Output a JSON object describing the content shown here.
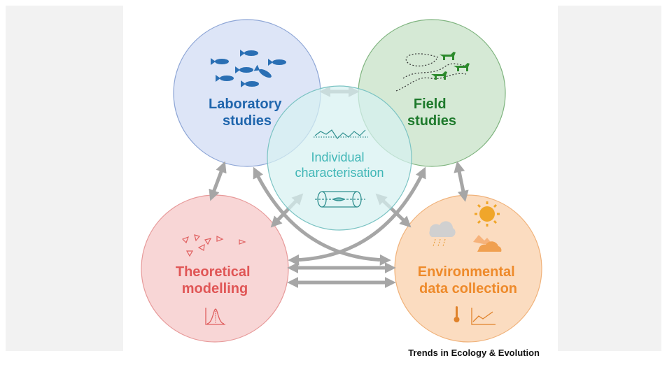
{
  "nodes": {
    "laboratory": {
      "line1": "Laboratory",
      "line2": "studies",
      "fill": "#dde5f7",
      "stroke": "#8ea6d6",
      "text_color": "#2066ad"
    },
    "field": {
      "line1": "Field",
      "line2": "studies",
      "fill": "#d3e8d3",
      "stroke": "#7fb47f",
      "text_color": "#1e7a2c"
    },
    "individual": {
      "line1": "Individual",
      "line2": "characterisation",
      "fill": "#d7f1f1",
      "stroke": "#7bc3c3",
      "text_color": "#3fb6b6"
    },
    "theoretical": {
      "line1": "Theoretical",
      "line2": "modelling",
      "fill": "#f8d6d6",
      "stroke": "#e79a9a",
      "text_color": "#e05656"
    },
    "environmental": {
      "line1": "Environmental",
      "line2": "data collection",
      "fill": "#fbdcc0",
      "stroke": "#f0b27a",
      "text_color": "#ee8a2a"
    }
  },
  "icons": {
    "laboratory": "fish-school-icon",
    "field": "wolves-tracks-icon",
    "individual_top": "time-series-icon",
    "individual_bottom": "fish-tunnel-icon",
    "theoretical_top": "agents-icon",
    "theoretical_bottom": "distribution-curve-icon",
    "environmental_top": "weather-icon",
    "environmental_bottom": "thermometer-trend-icon"
  },
  "arrow_color": "#a6a6a6",
  "footer": {
    "journal": "Trends in Ecology & Evolution"
  }
}
